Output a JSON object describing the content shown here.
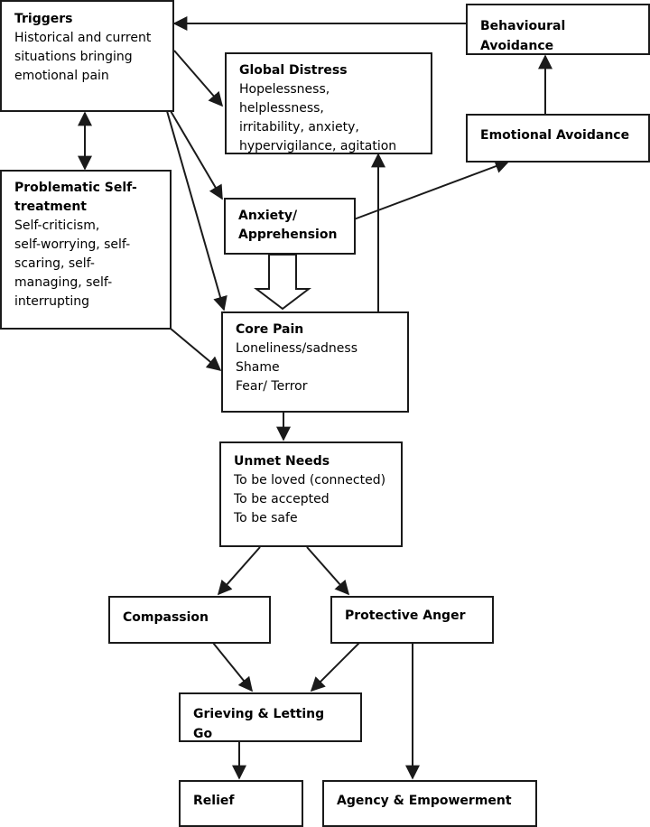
{
  "nodes": {
    "triggers": {
      "title": "Triggers",
      "lines": [
        "Historical and current",
        "situations bringing",
        "emotional pain"
      ]
    },
    "behavioural_avoidance": {
      "title": "Behavioural Avoidance"
    },
    "global_distress": {
      "title": "Global Distress",
      "lines": [
        "Hopelessness, helplessness,",
        "irritability, anxiety,",
        "hypervigilance, agitation"
      ]
    },
    "emotional_avoidance": {
      "title": "Emotional Avoidance"
    },
    "problematic_self_treatment": {
      "title_lines": [
        "Problematic Self-",
        "treatment"
      ],
      "lines": [
        "Self-criticism,",
        "self-worrying, self-",
        "scaring, self-",
        "managing, self-",
        "interrupting"
      ]
    },
    "anxiety": {
      "title_lines": [
        "Anxiety/",
        "Apprehension"
      ]
    },
    "core_pain": {
      "title": "Core Pain",
      "lines": [
        "Loneliness/sadness",
        "Shame",
        "Fear/ Terror"
      ]
    },
    "unmet_needs": {
      "title": "Unmet Needs",
      "lines": [
        "To be loved (connected)",
        "To be accepted",
        "To be safe"
      ]
    },
    "compassion": {
      "title": "Compassion"
    },
    "protective_anger": {
      "title": "Protective Anger"
    },
    "grieving": {
      "title": "Grieving & Letting Go"
    },
    "relief": {
      "title": "Relief"
    },
    "agency": {
      "title": "Agency & Empowerment"
    }
  }
}
